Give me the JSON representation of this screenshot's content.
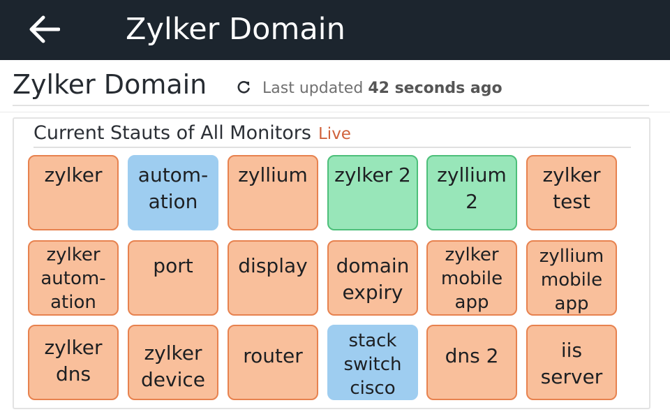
{
  "appbar": {
    "title": "Zylker Domain",
    "back_icon": "arrow-left-icon"
  },
  "header": {
    "title": "Zylker Domain",
    "refresh_icon": "refresh-icon",
    "last_updated_prefix": "Last updated",
    "last_updated_value": "42 seconds ago"
  },
  "panel": {
    "title": "Current Stauts of All Monitors",
    "live_label": "Live"
  },
  "status_colors": {
    "down": "#f9bf9b",
    "up": "#98e6b9",
    "maintenance": "#9ecdf0"
  },
  "monitors": [
    {
      "label": "zylker",
      "status": "down"
    },
    {
      "label": "autom-\nation",
      "status": "maintenance"
    },
    {
      "label": "zyllium",
      "status": "down"
    },
    {
      "label": "zylker 2",
      "status": "up"
    },
    {
      "label": "zyllium\n2",
      "status": "up"
    },
    {
      "label": "zylker\ntest",
      "status": "down"
    },
    {
      "label": "zylker\nautom-\nation",
      "status": "down"
    },
    {
      "label": "port",
      "status": "down"
    },
    {
      "label": "display",
      "status": "down"
    },
    {
      "label": "domain\nexpiry",
      "status": "down"
    },
    {
      "label": "zylker\nmobile\napp",
      "status": "down"
    },
    {
      "label": "zyllium\nmobile\napp",
      "status": "down"
    },
    {
      "label": "zylker\ndns",
      "status": "down"
    },
    {
      "label": "zylker\ndevice",
      "status": "down"
    },
    {
      "label": "router",
      "status": "down"
    },
    {
      "label": "stack\nswitch\ncisco",
      "status": "maintenance"
    },
    {
      "label": "dns 2",
      "status": "down"
    },
    {
      "label": "iis\nserver",
      "status": "down"
    }
  ]
}
